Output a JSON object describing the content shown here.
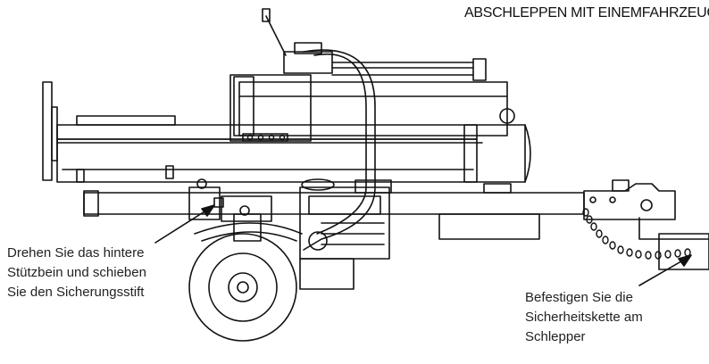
{
  "title": "ABSCHLEPPEN MIT EINEMFAHRZEUG",
  "callouts": {
    "support_leg": {
      "lines": [
        "Drehen Sie das hintere",
        "Stützbein und schieben",
        "Sie den Sicherungsstift"
      ]
    },
    "safety_chain": {
      "lines": [
        "Befestigen Sie die",
        "Sicherheitskette am",
        "Schlepper"
      ]
    }
  },
  "colors": {
    "line": "#111111",
    "background": "#ffffff"
  }
}
